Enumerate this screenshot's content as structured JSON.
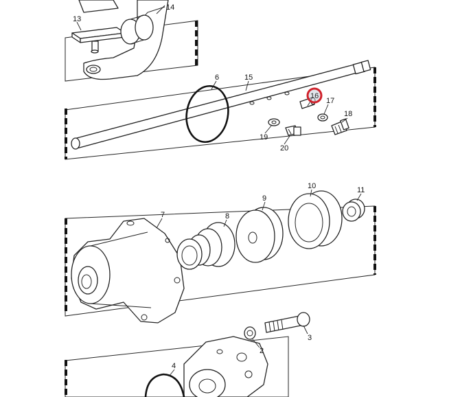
{
  "callouts": {
    "c1": "14",
    "c2": "13",
    "c3": "6",
    "c4": "15",
    "c5": "16",
    "c6": "17",
    "c7": "18",
    "c8": "19",
    "c9": "20",
    "c10": "7",
    "c11": "8",
    "c12": "9",
    "c13": "10",
    "c14": "11",
    "c15": "2",
    "c16": "3",
    "c17": "4"
  },
  "highlighted_callout": "16",
  "colors": {
    "highlight_ring": "#d0202a",
    "line": "#222222",
    "background": "#ffffff"
  }
}
